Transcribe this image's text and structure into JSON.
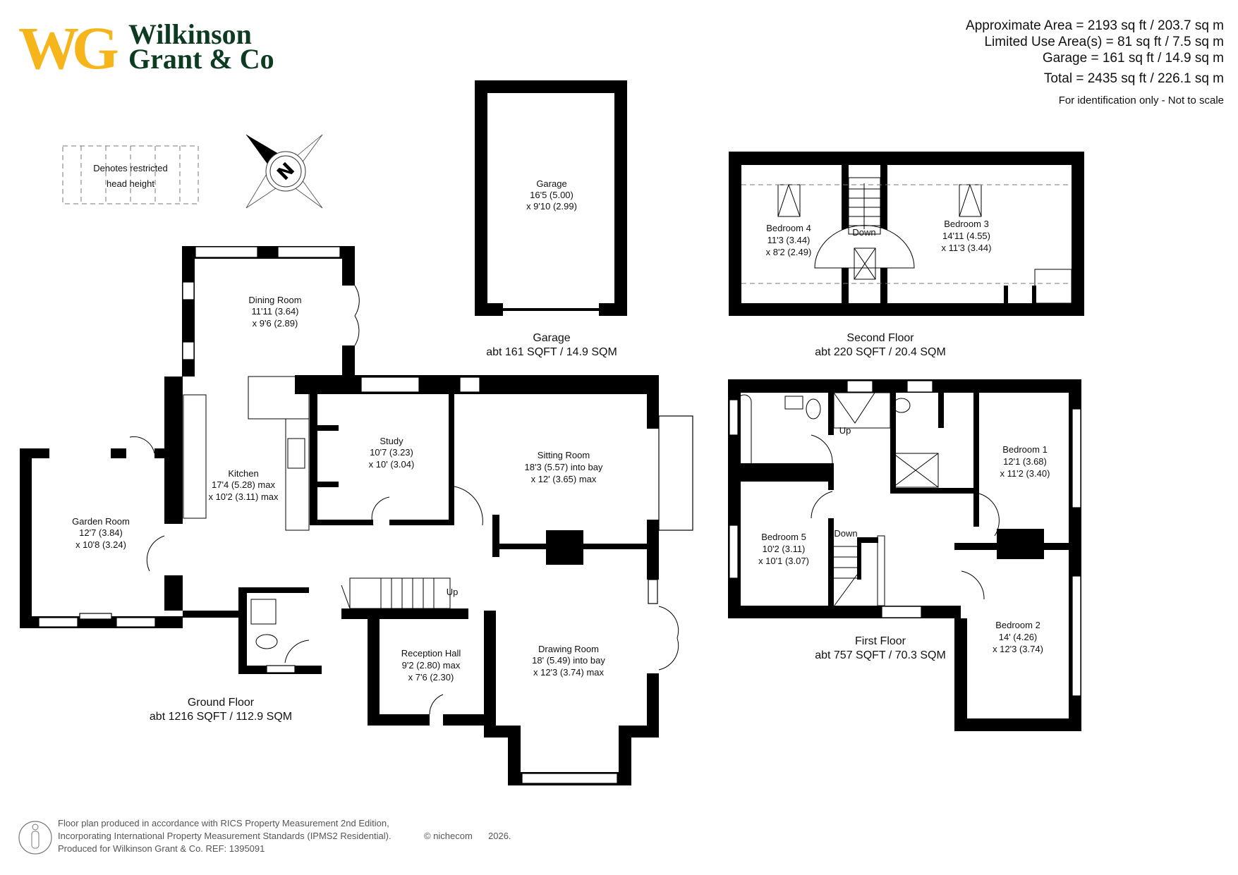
{
  "brand": {
    "monogram": "WG",
    "name_line1": "Wilkinson",
    "name_line2": "Grant & Co",
    "colors": {
      "gold": "#F5B51B",
      "green": "#0D3B22"
    }
  },
  "areas": {
    "approximate": "Approximate Area = 2193 sq ft / 203.7 sq m",
    "limited_use": "Limited Use Area(s) = 81 sq ft / 7.5 sq m",
    "garage": "Garage = 161 sq ft / 14.9 sq m",
    "total": "Total = 2435 sq ft / 226.1 sq m",
    "disclaimer": "For identification only - Not to scale"
  },
  "legend": {
    "line1": "Denotes restricted",
    "line2": "head height"
  },
  "compass": {
    "label": "N",
    "icon": "compass-icon"
  },
  "garage_plan": {
    "room": {
      "name": "Garage",
      "dim1": "16'5 (5.00)",
      "dim2": "x 9'10 (2.99)"
    },
    "caption": {
      "title": "Garage",
      "area": "abt 161 SQFT / 14.9 SQM"
    }
  },
  "second_floor": {
    "rooms": [
      {
        "name": "Bedroom 4",
        "dim1": "11'3 (3.44)",
        "dim2": "x 8'2 (2.49)"
      },
      {
        "name": "Bedroom 3",
        "dim1": "14'11 (4.55)",
        "dim2": "x 11'3 (3.44)"
      }
    ],
    "stairs": "Down",
    "caption": {
      "title": "Second Floor",
      "area": "abt 220 SQFT / 20.4 SQM"
    }
  },
  "first_floor": {
    "rooms": [
      {
        "name": "Bedroom 1",
        "dim1": "12'1 (3.68)",
        "dim2": "x 11'2 (3.40)"
      },
      {
        "name": "Bedroom 5",
        "dim1": "10'2 (3.11)",
        "dim2": "x 10'1 (3.07)"
      },
      {
        "name": "Bedroom 2",
        "dim1": "14' (4.26)",
        "dim2": "x 12'3 (3.74)"
      }
    ],
    "stairs_up": "Up",
    "stairs_down": "Down",
    "caption": {
      "title": "First Floor",
      "area": "abt 757 SQFT / 70.3 SQM"
    }
  },
  "ground_floor": {
    "rooms": [
      {
        "name": "Dining Room",
        "dim1": "11'11 (3.64)",
        "dim2": "x 9'6 (2.89)"
      },
      {
        "name": "Kitchen",
        "dim1": "17'4 (5.28) max",
        "dim2": "x 10'2 (3.11) max"
      },
      {
        "name": "Garden Room",
        "dim1": "12'7 (3.84)",
        "dim2": "x 10'8 (3.24)"
      },
      {
        "name": "Study",
        "dim1": "10'7 (3.23)",
        "dim2": "x 10' (3.04)"
      },
      {
        "name": "Sitting Room",
        "dim1": "18'3 (5.57) into bay",
        "dim2": "x 12' (3.65) max"
      },
      {
        "name": "Reception Hall",
        "dim1": "9'2 (2.80) max",
        "dim2": "x 7'6 (2.30)"
      },
      {
        "name": "Drawing Room",
        "dim1": "18' (5.49) into bay",
        "dim2": "x 12'3 (3.74) max"
      }
    ],
    "stairs": "Up",
    "caption": {
      "title": "Ground Floor",
      "area": "abt 1216 SQFT / 112.9 SQM"
    }
  },
  "footer": {
    "line1": "Floor plan produced in accordance with RICS Property Measurement 2nd Edition,",
    "line2": "Incorporating International Property Measurement Standards (IPMS2 Residential).",
    "copyright": "© nichecom",
    "year": "2026.",
    "line3": "Produced for Wilkinson Grant & Co.   REF:  1395091"
  }
}
